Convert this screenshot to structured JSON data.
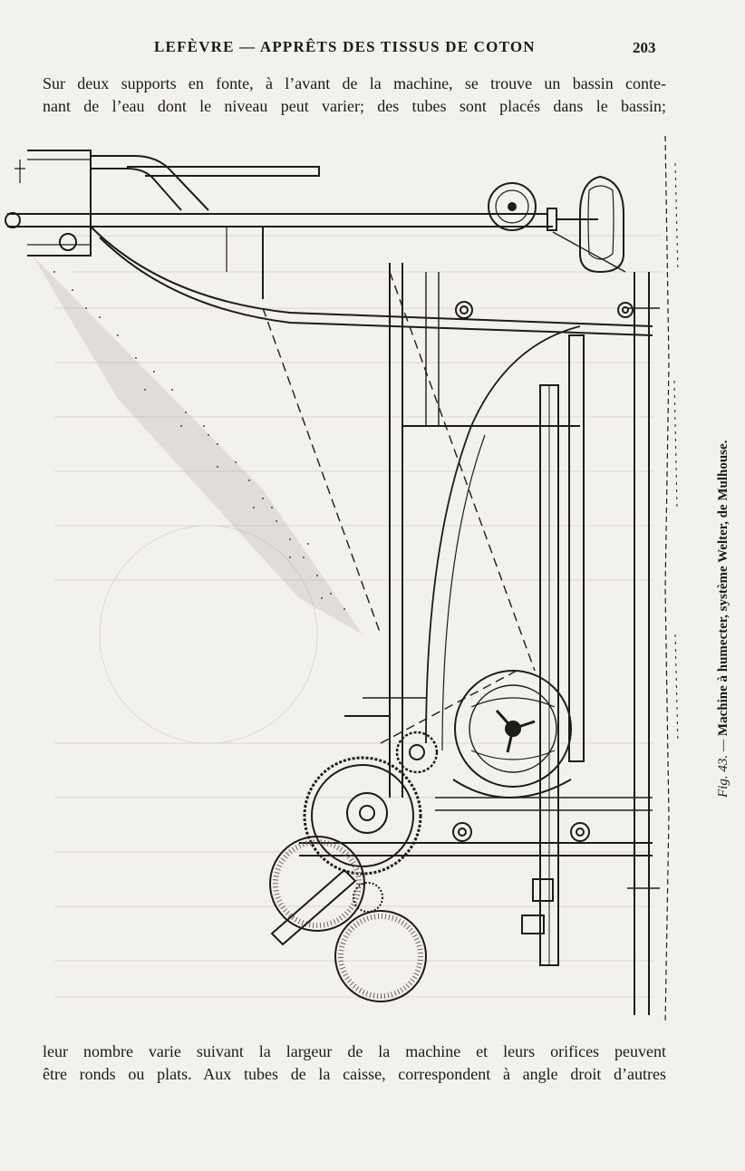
{
  "header": {
    "running_title": "LEFÈVRE — APPRÊTS DES TISSUS DE COTON",
    "page_number": "203"
  },
  "text_top": [
    "Sur deux supports en fonte, à l’avant de la machine, se trouve un bassin conte-",
    "nant de l’eau dont le niveau peut varier; des tubes sont placés dans le bassin;"
  ],
  "figure": {
    "caption_number": "Fig. 43. —",
    "caption_text": "Machine à humecter, système Welter, de Mulhouse."
  },
  "text_bottom": [
    "leur nombre varie suivant la largeur de la machine et leurs orifices peuvent",
    "être ronds ou plats. Aux tubes de la caisse, correspondent à angle droit d’autres"
  ]
}
